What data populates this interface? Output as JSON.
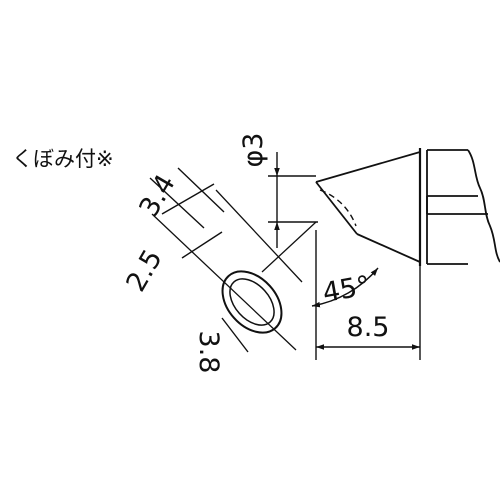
{
  "note_label": "くぼみ付※",
  "dimensions": {
    "diameter_label": "φ3",
    "width_top": "3.4",
    "width_mid": "2.5",
    "depth": "3.8",
    "tip_length": "8.5",
    "angle": "45°"
  },
  "colors": {
    "line": "#111111",
    "background": "#ffffff"
  }
}
